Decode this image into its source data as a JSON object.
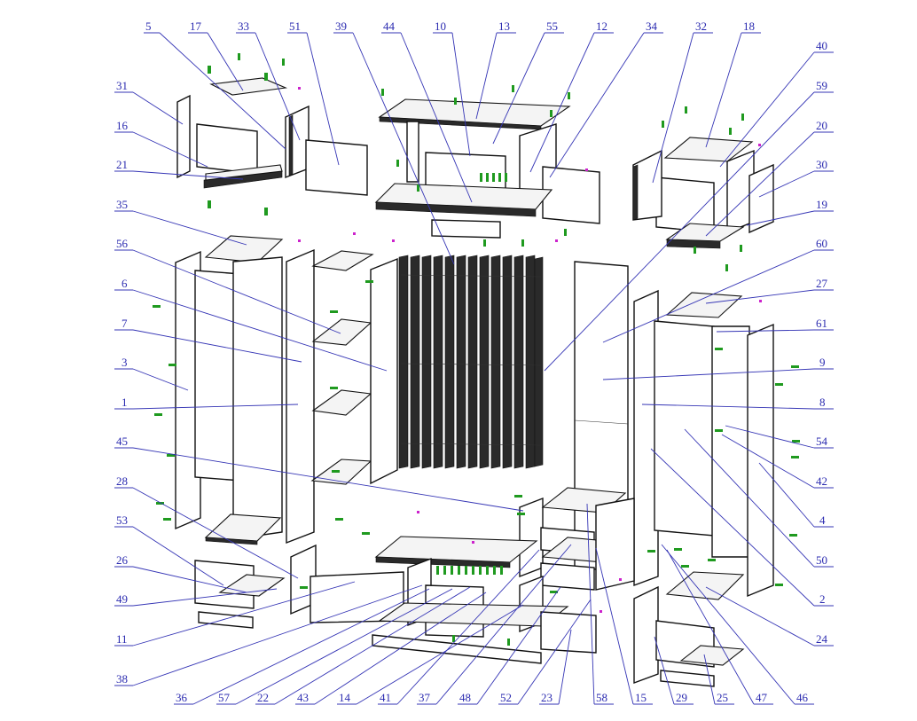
{
  "diagram": {
    "colors": {
      "callout": "#2b2bb0",
      "outline": "#111111",
      "hardware": "#1f9a1f",
      "marker": "#cc22cc"
    },
    "callouts_top": [
      "5",
      "17",
      "33",
      "51",
      "39",
      "44",
      "10",
      "13",
      "55",
      "12",
      "34",
      "32",
      "18"
    ],
    "callouts_right": [
      "40",
      "59",
      "20",
      "30",
      "19",
      "60",
      "27",
      "61",
      "9",
      "8",
      "54",
      "42",
      "4",
      "50",
      "2",
      "24"
    ],
    "callouts_left": [
      "31",
      "16",
      "21",
      "35",
      "56",
      "6",
      "7",
      "3",
      "1",
      "45",
      "28",
      "53",
      "26",
      "49",
      "11",
      "38"
    ],
    "callouts_bottom": [
      "36",
      "57",
      "22",
      "43",
      "14",
      "41",
      "37",
      "48",
      "52",
      "23",
      "58",
      "15",
      "29",
      "25",
      "47",
      "46"
    ]
  }
}
